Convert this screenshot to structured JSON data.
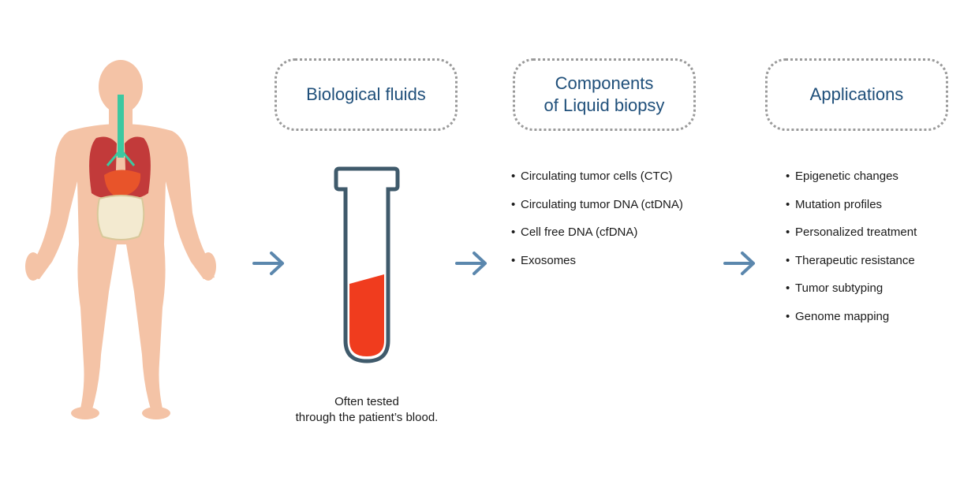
{
  "boxes": {
    "fluids": "Biological fluids",
    "components": "Components\nof Liquid biopsy",
    "applications": "Applications"
  },
  "caption": "Often tested\nthrough the patient’s blood.",
  "components": [
    "Circulating tumor cells (CTC)",
    "Circulating tumor DNA (ctDNA)",
    "Cell free DNA (cfDNA)",
    "Exosomes"
  ],
  "applications": [
    "Epigenetic changes",
    "Mutation profiles",
    "Personalized treatment",
    "Therapeutic resistance",
    "Tumor subtyping",
    "Genome mapping"
  ],
  "colors": {
    "heading": "#1f4f7a",
    "arrow": "#5b87ad",
    "skin": "#f4c3a6",
    "blood": "#f03c1e",
    "tube_outline": "#3f5a6b",
    "lungs": "#c23a3a",
    "liver": "#e8542a",
    "trachea": "#3cc8a0",
    "intestine": "#f3ead0",
    "border": "#9a9a9a"
  },
  "icons": {
    "figure": "human-body-illustration",
    "tube": "blood-test-tube-icon",
    "arrow": "arrow-right-icon"
  }
}
